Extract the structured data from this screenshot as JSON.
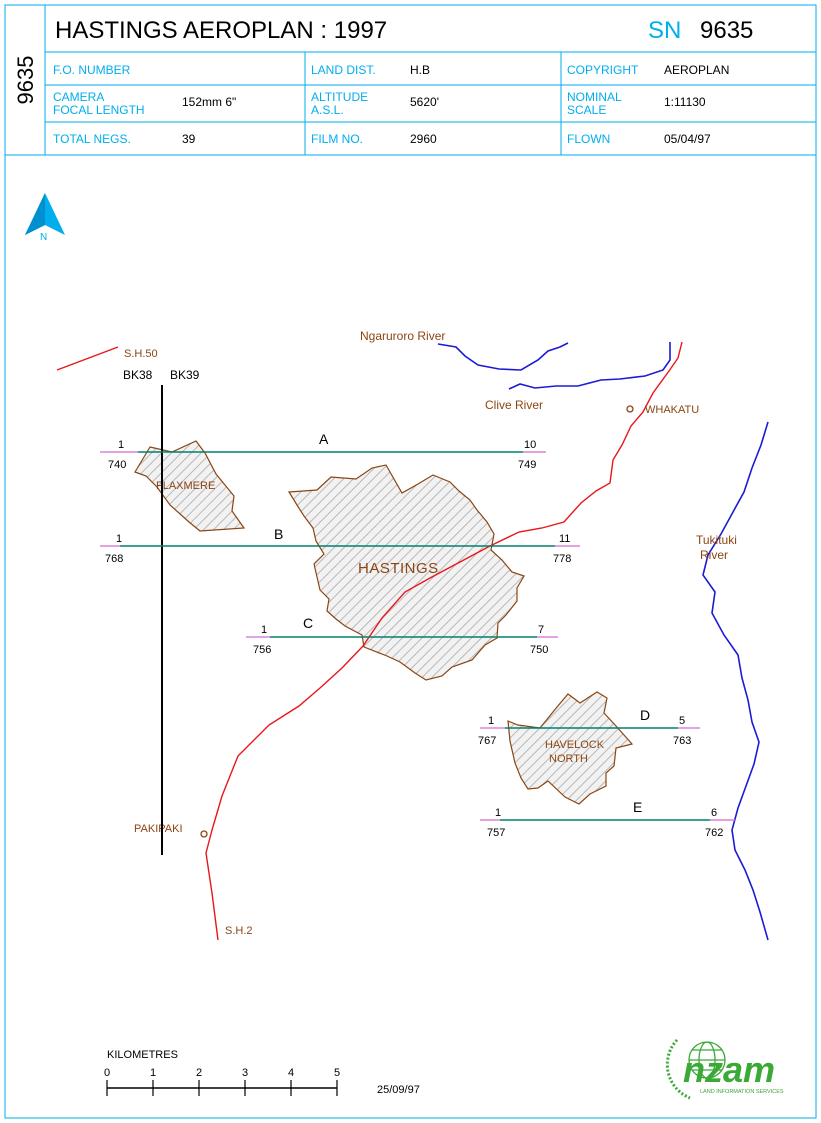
{
  "header": {
    "title": "HASTINGS AEROPLAN : 1997",
    "sn_label": "SN",
    "sn_value": "9635",
    "side_number": "9635"
  },
  "info": {
    "fo_number_label": "F.O. NUMBER",
    "fo_number_value": "",
    "camera_label_1": "CAMERA",
    "camera_label_2": "FOCAL LENGTH",
    "camera_value": "152mm  6\"",
    "total_negs_label": "TOTAL NEGS.",
    "total_negs_value": "39",
    "land_dist_label": "LAND DIST.",
    "land_dist_value": "H.B",
    "altitude_label_1": "ALTITUDE",
    "altitude_label_2": "A.S.L.",
    "altitude_value": "5620'",
    "film_no_label": "FILM NO.",
    "film_no_value": "2960",
    "copyright_label": "COPYRIGHT",
    "copyright_value": "AEROPLAN",
    "nominal_scale_label_1": "NOMINAL",
    "nominal_scale_label_2": "SCALE",
    "nominal_scale_value": "1:11130",
    "flown_label": "FLOWN",
    "flown_value": "05/04/97"
  },
  "map": {
    "north_label": "N",
    "places": {
      "flaxmere": "FLAXMERE",
      "hastings": "HASTINGS",
      "havelock_1": "HAVELOCK",
      "havelock_2": "NORTH",
      "whakatu": "WHAKATU",
      "pakipaki": "PAKIPAKI"
    },
    "roads": {
      "sh50": "S.H.50",
      "sh2": "S.H.2"
    },
    "rivers": {
      "ngaruroro": "Ngaruroro River",
      "clive": "Clive River",
      "tukituki_1": "Tukituki",
      "tukituki_2": "River"
    },
    "blocks": {
      "left": "BK38",
      "right": "BK39"
    },
    "runs": [
      {
        "letter": "A",
        "start_no": "1",
        "start_frame": "740",
        "end_no": "10",
        "end_frame": "749"
      },
      {
        "letter": "B",
        "start_no": "1",
        "start_frame": "768",
        "end_no": "11",
        "end_frame": "778"
      },
      {
        "letter": "C",
        "start_no": "1",
        "start_frame": "756",
        "end_no": "7",
        "end_frame": "750"
      },
      {
        "letter": "D",
        "start_no": "1",
        "start_frame": "767",
        "end_no": "5",
        "end_frame": "763"
      },
      {
        "letter": "E",
        "start_no": "1",
        "start_frame": "757",
        "end_no": "6",
        "end_frame": "762"
      }
    ],
    "colors": {
      "run_line": "#00806f",
      "road": "#e8161b",
      "river": "#1b1bd6",
      "place": "#8b4513",
      "accent": "#00aeef"
    }
  },
  "scale": {
    "title": "KILOMETRES",
    "ticks": [
      "0",
      "1",
      "2",
      "3",
      "4",
      "5"
    ],
    "date": "25/09/97"
  },
  "logo": {
    "text": "nzam",
    "subtitle": "LAND INFORMATION SERVICES"
  }
}
